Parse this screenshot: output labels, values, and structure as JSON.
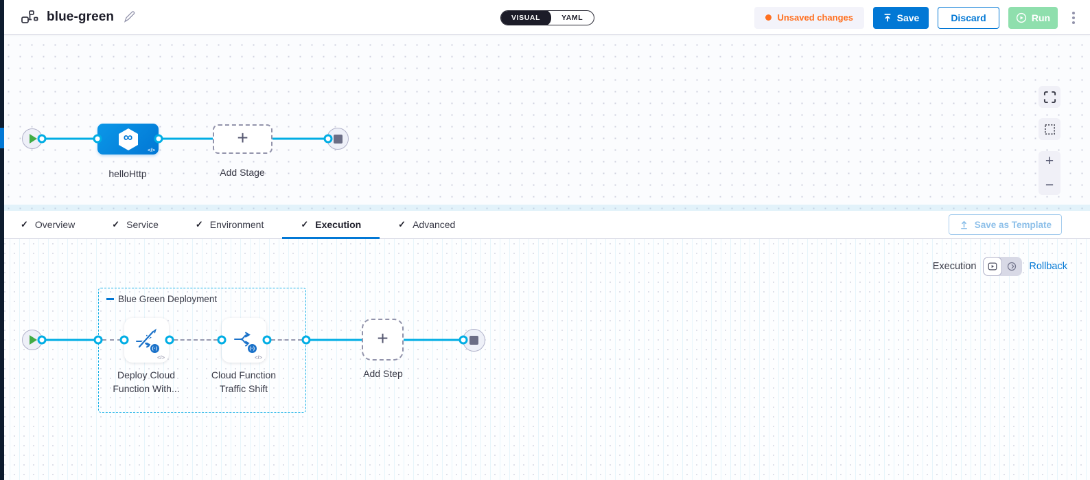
{
  "header": {
    "title": "blue-green",
    "view_toggle": {
      "visual": "VISUAL",
      "yaml": "YAML"
    },
    "unsaved_label": "Unsaved changes",
    "save_label": "Save",
    "discard_label": "Discard",
    "run_label": "Run"
  },
  "stage_canvas": {
    "stage_name": "helloHttp",
    "add_stage_label": "Add Stage"
  },
  "tabs": {
    "items": [
      {
        "label": "Overview",
        "active": false
      },
      {
        "label": "Service",
        "active": false
      },
      {
        "label": "Environment",
        "active": false
      },
      {
        "label": "Execution",
        "active": true
      },
      {
        "label": "Advanced",
        "active": false
      }
    ],
    "save_as_template_label": "Save as Template"
  },
  "execution_canvas": {
    "mode_label": "Execution",
    "rollback_label": "Rollback",
    "group_title": "Blue Green Deployment",
    "steps": [
      {
        "name": "Deploy Cloud Function With..."
      },
      {
        "name": "Cloud Function Traffic Shift"
      }
    ],
    "add_step_label": "Add Step"
  },
  "icons": {
    "plus": "+",
    "minus": "−",
    "infinity": "∞",
    "code": "</>",
    "check": "✓",
    "fn_badge": "(-)"
  },
  "colors": {
    "accent_blue": "#0278d5",
    "connector_cyan": "#00ade4",
    "unsaved_orange": "#ff7020",
    "run_disabled_green": "#8fdfad",
    "dark_navy": "#1c1c28",
    "sliver_navy": "#0e1c2e"
  }
}
